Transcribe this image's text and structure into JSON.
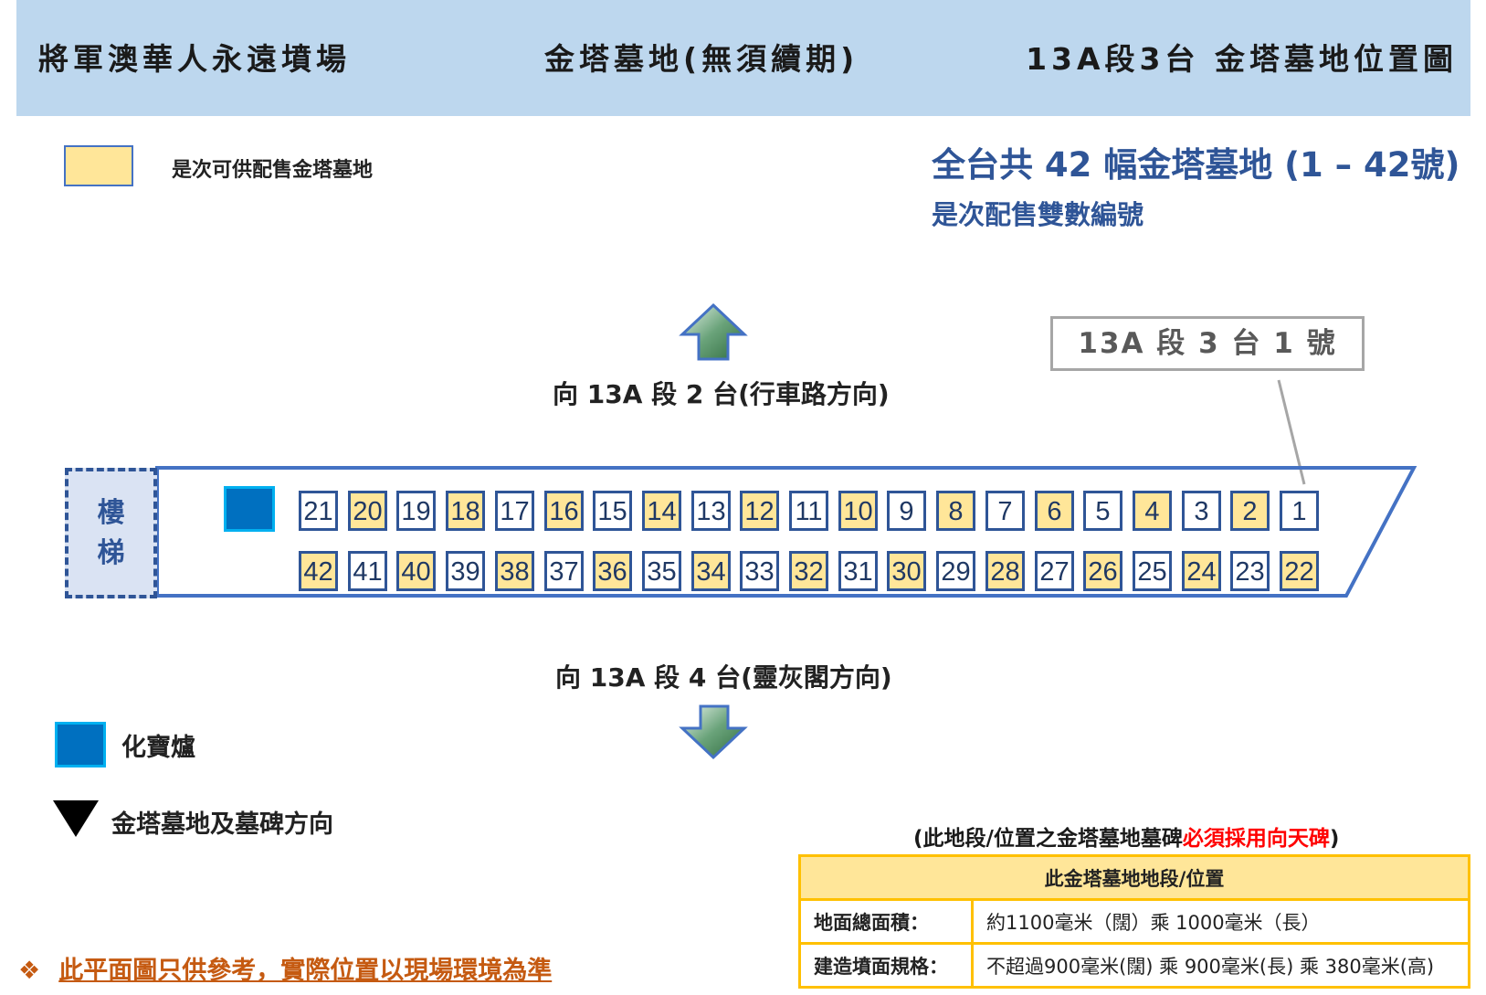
{
  "header": {
    "left": "將軍澳華人永遠墳場",
    "center": "金塔墓地(無須續期)",
    "right": "13A段3台  金塔墓地位置圖"
  },
  "legend": {
    "available_label": "是次可供配售金塔墓地",
    "available_color": "#ffe699",
    "burner_label": "化寶爐",
    "burner_color": "#0070c0",
    "direction_label": "金塔墓地及墓碑方向"
  },
  "summary": {
    "total": "全台共 42 幅金塔墓地 (1 – 42號)",
    "sale": "是次配售雙數編號"
  },
  "callout": "13A 段 3 台 1 號",
  "directions": {
    "up": "向 13A 段 2 台(行車路方向)",
    "down": "向 13A 段 4 台(靈灰閣方向)",
    "up_icon": "up-arrow-icon",
    "down_icon": "down-arrow-icon"
  },
  "stairs": {
    "line1": "樓",
    "line2": "梯"
  },
  "plots": {
    "top_row": [
      "21",
      "20",
      "19",
      "18",
      "17",
      "16",
      "15",
      "14",
      "13",
      "12",
      "11",
      "10",
      "9",
      "8",
      "7",
      "6",
      "5",
      "4",
      "3",
      "2",
      "1"
    ],
    "bottom_row": [
      "42",
      "41",
      "40",
      "39",
      "38",
      "37",
      "36",
      "35",
      "34",
      "33",
      "32",
      "31",
      "30",
      "29",
      "28",
      "27",
      "26",
      "25",
      "24",
      "23",
      "22"
    ],
    "available": [
      2,
      4,
      6,
      8,
      10,
      12,
      14,
      16,
      18,
      20,
      22,
      24,
      26,
      28,
      30,
      32,
      34,
      36,
      38,
      40,
      42
    ]
  },
  "note": {
    "prefix": "(此地段/位置之金塔墓地墓碑",
    "emphasis": "必須採用向天碑",
    "suffix": ")"
  },
  "spec_table": {
    "title": "此金塔墓地地段/位置",
    "rows": [
      {
        "label": "地面總面積：",
        "value": "約1100毫米（闊）乘 1000毫米（長）"
      },
      {
        "label": "建造墳面規格：",
        "value": "不超過900毫米(闊) 乘 900毫米(長) 乘 380毫米(高)"
      }
    ]
  },
  "footer": {
    "bullet": "❖",
    "text": "此平面圖只供參考，實際位置以現場環境為準"
  }
}
